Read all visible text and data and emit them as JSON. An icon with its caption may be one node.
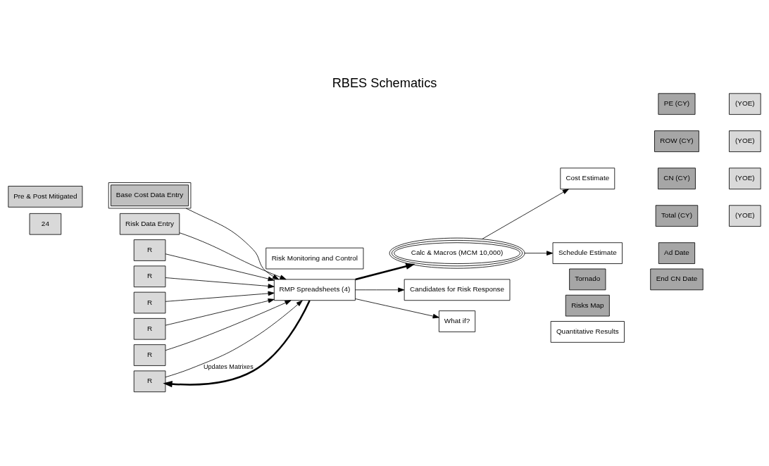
{
  "diagram": {
    "title": "RBES Schematics",
    "nodes": [
      {
        "text": [
          "Risk Monitoring and Control"
        ]
      },
      {
        "text": [
          "Base Cost Data Entry"
        ]
      },
      {
        "text": [
          "Pre & Post Mitigated"
        ]
      },
      {
        "text": [
          "R"
        ]
      },
      {
        "text": [
          "R"
        ]
      },
      {
        "text": [
          "R"
        ]
      },
      {
        "text": [
          "Risk Data Entry"
        ]
      },
      {
        "text": [
          "R"
        ]
      },
      {
        "text": [
          "R"
        ]
      },
      {
        "text": [
          "R"
        ]
      },
      {
        "text": [
          "24"
        ]
      },
      {
        "text": [
          "RMP Spreadsheets (4)"
        ]
      },
      {
        "text": [
          "Calc & Macros (MCM 10,000)"
        ]
      },
      {
        "text": [
          "Cost Estimate"
        ]
      },
      {
        "text": [
          "Schedule Estimate"
        ]
      },
      {
        "text": [
          "Candidates for Risk Response"
        ]
      },
      {
        "text": [
          "What if?"
        ]
      },
      {
        "text": [
          "PE (CY)"
        ]
      },
      {
        "text": [
          "(YOE)"
        ]
      },
      {
        "text": [
          "ROW (CY)"
        ]
      },
      {
        "text": [
          "(YOE)"
        ]
      },
      {
        "text": [
          "CN (CY)"
        ]
      },
      {
        "text": [
          "(YOE)"
        ]
      },
      {
        "text": [
          "Total (CY)"
        ]
      },
      {
        "text": [
          "(YOE)"
        ]
      },
      {
        "text": [
          "Ad Date"
        ]
      },
      {
        "text": [
          "End CN Date"
        ]
      },
      {
        "text": [
          "Tornado"
        ]
      },
      {
        "text": [
          "Risks Map"
        ]
      },
      {
        "text": [
          "Quantitative Results"
        ]
      }
    ],
    "edges": [
      {
        "from": 1,
        "to": 11,
        "arrow": "to"
      },
      {
        "from": 3,
        "to": 11,
        "arrow": "to"
      },
      {
        "from": 4,
        "to": 11,
        "arrow": "to"
      },
      {
        "from": 5,
        "to": 11,
        "arrow": "to"
      },
      {
        "from": 6,
        "to": 11,
        "arrow": "to"
      },
      {
        "from": 7,
        "to": 11,
        "arrow": "to"
      },
      {
        "from": 8,
        "to": 11,
        "arrow": "to"
      },
      {
        "from": 9,
        "to": 11,
        "arrow": "to"
      },
      {
        "from": 11,
        "to": 12,
        "arrow": "to",
        "style": "thick"
      },
      {
        "from": 12,
        "to": 13,
        "arrow": "to"
      },
      {
        "from": 12,
        "to": 14,
        "arrow": "to"
      },
      {
        "from": 11,
        "to": 15,
        "arrow": "to"
      },
      {
        "from": 11,
        "to": 16,
        "arrow": "to"
      },
      {
        "from": 11,
        "to": 9,
        "arrow": "to",
        "style": "thick",
        "label": "Updates Matrixes"
      }
    ]
  }
}
